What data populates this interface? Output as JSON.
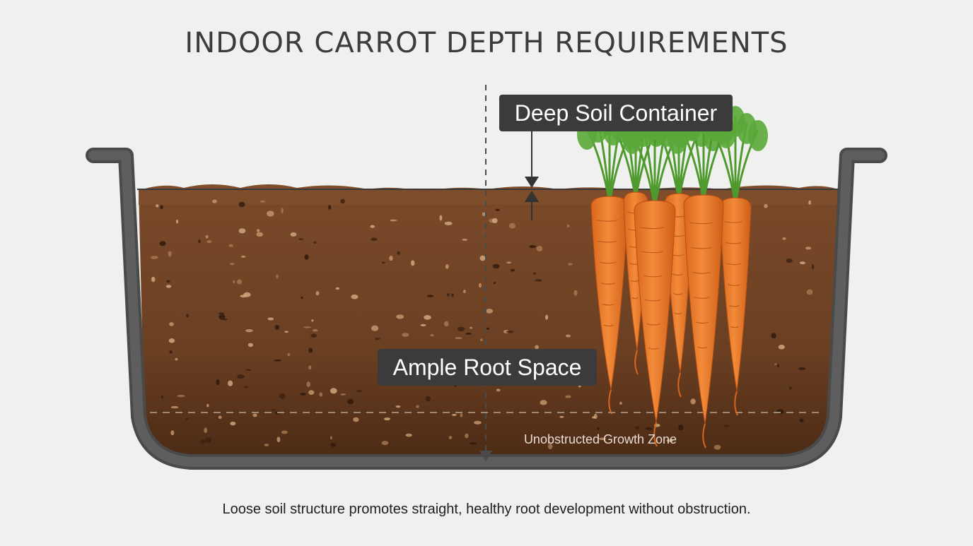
{
  "title": "INDOOR CARROT DEPTH REQUIREMENTS",
  "labels": {
    "container": "Deep Soil Container",
    "root_space": "Ample Root Space",
    "growth_zone": "Unobstructed Growth Zone"
  },
  "caption": "Loose soil structure promotes straight, healthy root development without obstruction.",
  "colors": {
    "background": "#f0f0ef",
    "container": "#505050",
    "soil": "#6e4226",
    "soil_deep": "#4f2e18",
    "carrot": "#e97a2c",
    "carrot_top": "#4f9a2e",
    "label_bg": "#3b3b3b",
    "label_text": "#ffffff"
  },
  "icons": [
    "carrot-icon",
    "arrow-down-icon",
    "arrow-up-icon"
  ]
}
